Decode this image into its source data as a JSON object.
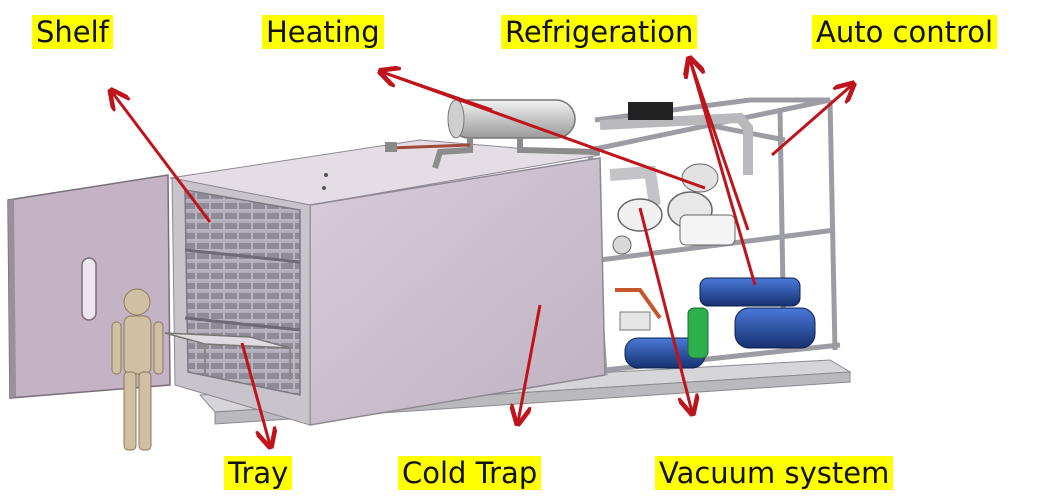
{
  "labels": {
    "shelf": "Shelf",
    "heating": "Heating",
    "refrigeration": "Refrigeration",
    "auto_control": "Auto control",
    "tray": "Tray",
    "cold_trap": "Cold Trap",
    "vacuum_system": "Vacuum system"
  },
  "colors": {
    "label_background": "#ffff00",
    "arrow": "#c0141c",
    "chamber": "#cbbfcc",
    "frame": "#d8d8dc",
    "compressor": "#1e3f8f",
    "filter": "#2db04b"
  }
}
